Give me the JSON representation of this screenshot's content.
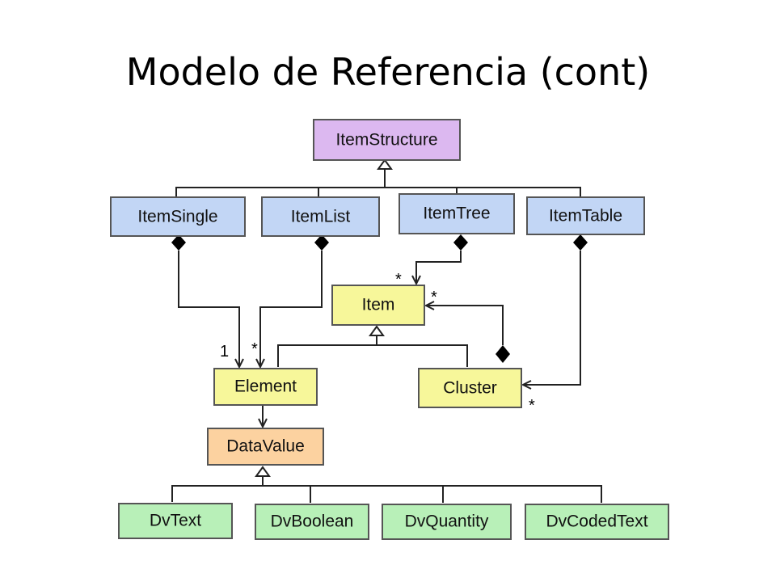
{
  "title": "Modelo de Referencia (cont)",
  "colors": {
    "purple": "#dcb8f0",
    "blue": "#c2d6f5",
    "yellow": "#f7f79a",
    "orange": "#fcd2a0",
    "green": "#b8f0b8",
    "border": "#555555"
  },
  "classes": {
    "item_structure": "ItemStructure",
    "item_single": "ItemSingle",
    "item_list": "ItemList",
    "item_tree": "ItemTree",
    "item_table": "ItemTable",
    "item": "Item",
    "element": "Element",
    "cluster": "Cluster",
    "data_value": "DataValue",
    "dv_text": "DvText",
    "dv_boolean": "DvBoolean",
    "dv_quantity": "DvQuantity",
    "dv_coded_text": "DvCodedText"
  },
  "multiplicities": {
    "tree_to_item": "*",
    "cluster_to_item": "*",
    "single_to_element": "1",
    "list_to_element": "*",
    "table_to_cluster": "*"
  }
}
